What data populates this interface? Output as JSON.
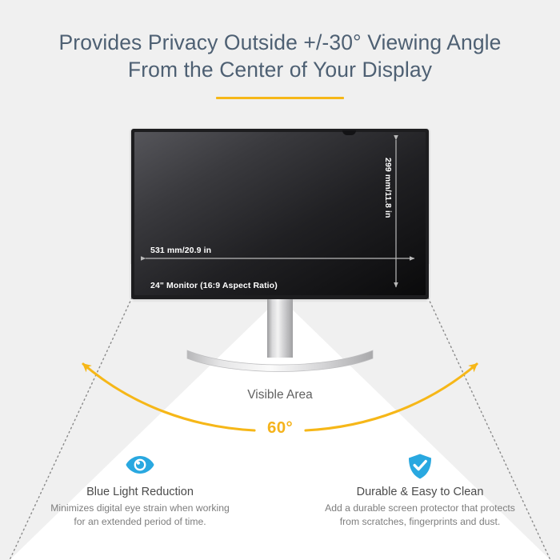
{
  "headline": {
    "line1": "Provides Privacy Outside +/-30° Viewing Angle",
    "line2": "From the Center of Your Display"
  },
  "monitor": {
    "width_label": "531 mm/20.9 in",
    "height_label": "299 mm/11.8 in",
    "model_label": "24\" Monitor (16:9 Aspect Ratio)"
  },
  "viewing_angle": {
    "area_label": "Visible Area",
    "angle_label": "60°"
  },
  "features": [
    {
      "icon": "eye-icon",
      "title": "Blue Light Reduction",
      "desc_line1": "Minimizes digital eye strain when working",
      "desc_line2": "for an extended period of time."
    },
    {
      "icon": "shield-check-icon",
      "title": "Durable & Easy to Clean",
      "desc_line1": "Add a durable screen protector that protects",
      "desc_line2": "from scratches, fingerprints and dust."
    }
  ],
  "colors": {
    "accent_yellow": "#f6b718",
    "icon_blue": "#29a8e0",
    "headline_blue_gray": "#4e6073",
    "background_gray": "#f0f0f0",
    "cone_white": "#ffffff"
  }
}
